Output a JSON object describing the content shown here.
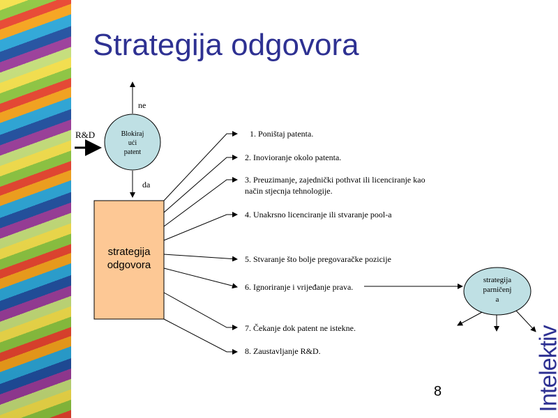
{
  "title": "Strategija odgovora",
  "page_number": "8",
  "logo": "Intelektiv",
  "diagram": {
    "input_label": "R&D",
    "decision_node": [
      "Blokiraj",
      "ući",
      "patent"
    ],
    "no_label": "ne",
    "yes_label": "da",
    "main_box": [
      "strategija",
      "odgovora"
    ],
    "litigation_node": [
      "strategija",
      "parničenj",
      "a"
    ],
    "items": [
      "1. Poništaj patenta.",
      "2. Inovioranje okolo patenta.",
      "3. Preuzimanje, zajednički pothvat ili licenciranje kao",
      "način stjecnja tehnologije.",
      "4. Unakrsno licenciranje ili stvaranje pool-a",
      "5. Stvaranje što bolje pregovaračke pozicije",
      "6. Ignoriranje i vrijeđanje prava.",
      "7. Čekanje dok patent ne istekne.",
      "8. Zaustavljanje R&D."
    ]
  },
  "colors": {
    "title": "#2e3192",
    "circle": "#bfe0e4",
    "box": "#fdc895"
  }
}
